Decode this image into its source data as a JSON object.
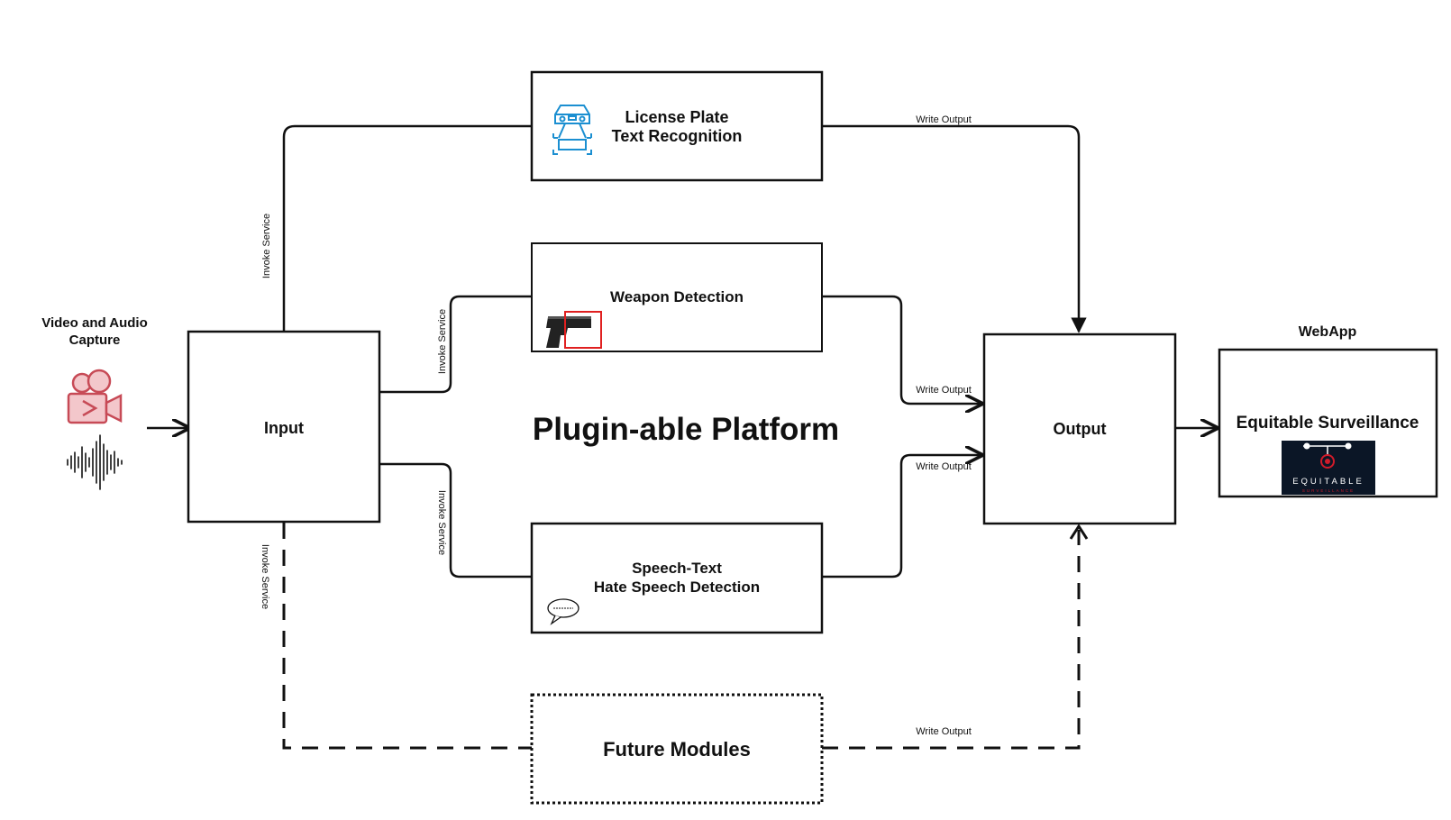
{
  "title": "Plugin-able Platform",
  "capture": {
    "line1": "Video and Audio",
    "line2": "Capture",
    "camera_icon": "video-camera-icon",
    "audio_icon": "audio-waveform-icon"
  },
  "nodes": {
    "input": "Input",
    "output": "Output",
    "lpr": {
      "line1": "License Plate",
      "line2": "Text Recognition",
      "icon": "license-plate-camera-icon"
    },
    "weapon": {
      "label": "Weapon Detection",
      "icon": "pistol-icon"
    },
    "speech": {
      "line1": "Speech-Text",
      "line2": "Hate Speech Detection",
      "icon": "speech-bubble-icon"
    },
    "future": "Future Modules"
  },
  "webapp": {
    "header": "WebApp",
    "title": "Equitable Surveillance",
    "logo_text": "EQUITABLE",
    "logo_subtext": "SURVEILLANCE"
  },
  "edges": {
    "invoke_service": "Invoke Service",
    "write_output": "Write Output"
  },
  "colors": {
    "camera": "#c74a56",
    "lpr_icon": "#1b8fd1",
    "detection_box": "#e02020",
    "logo_bg": "#0b1626",
    "logo_accent": "#d01b2a"
  }
}
